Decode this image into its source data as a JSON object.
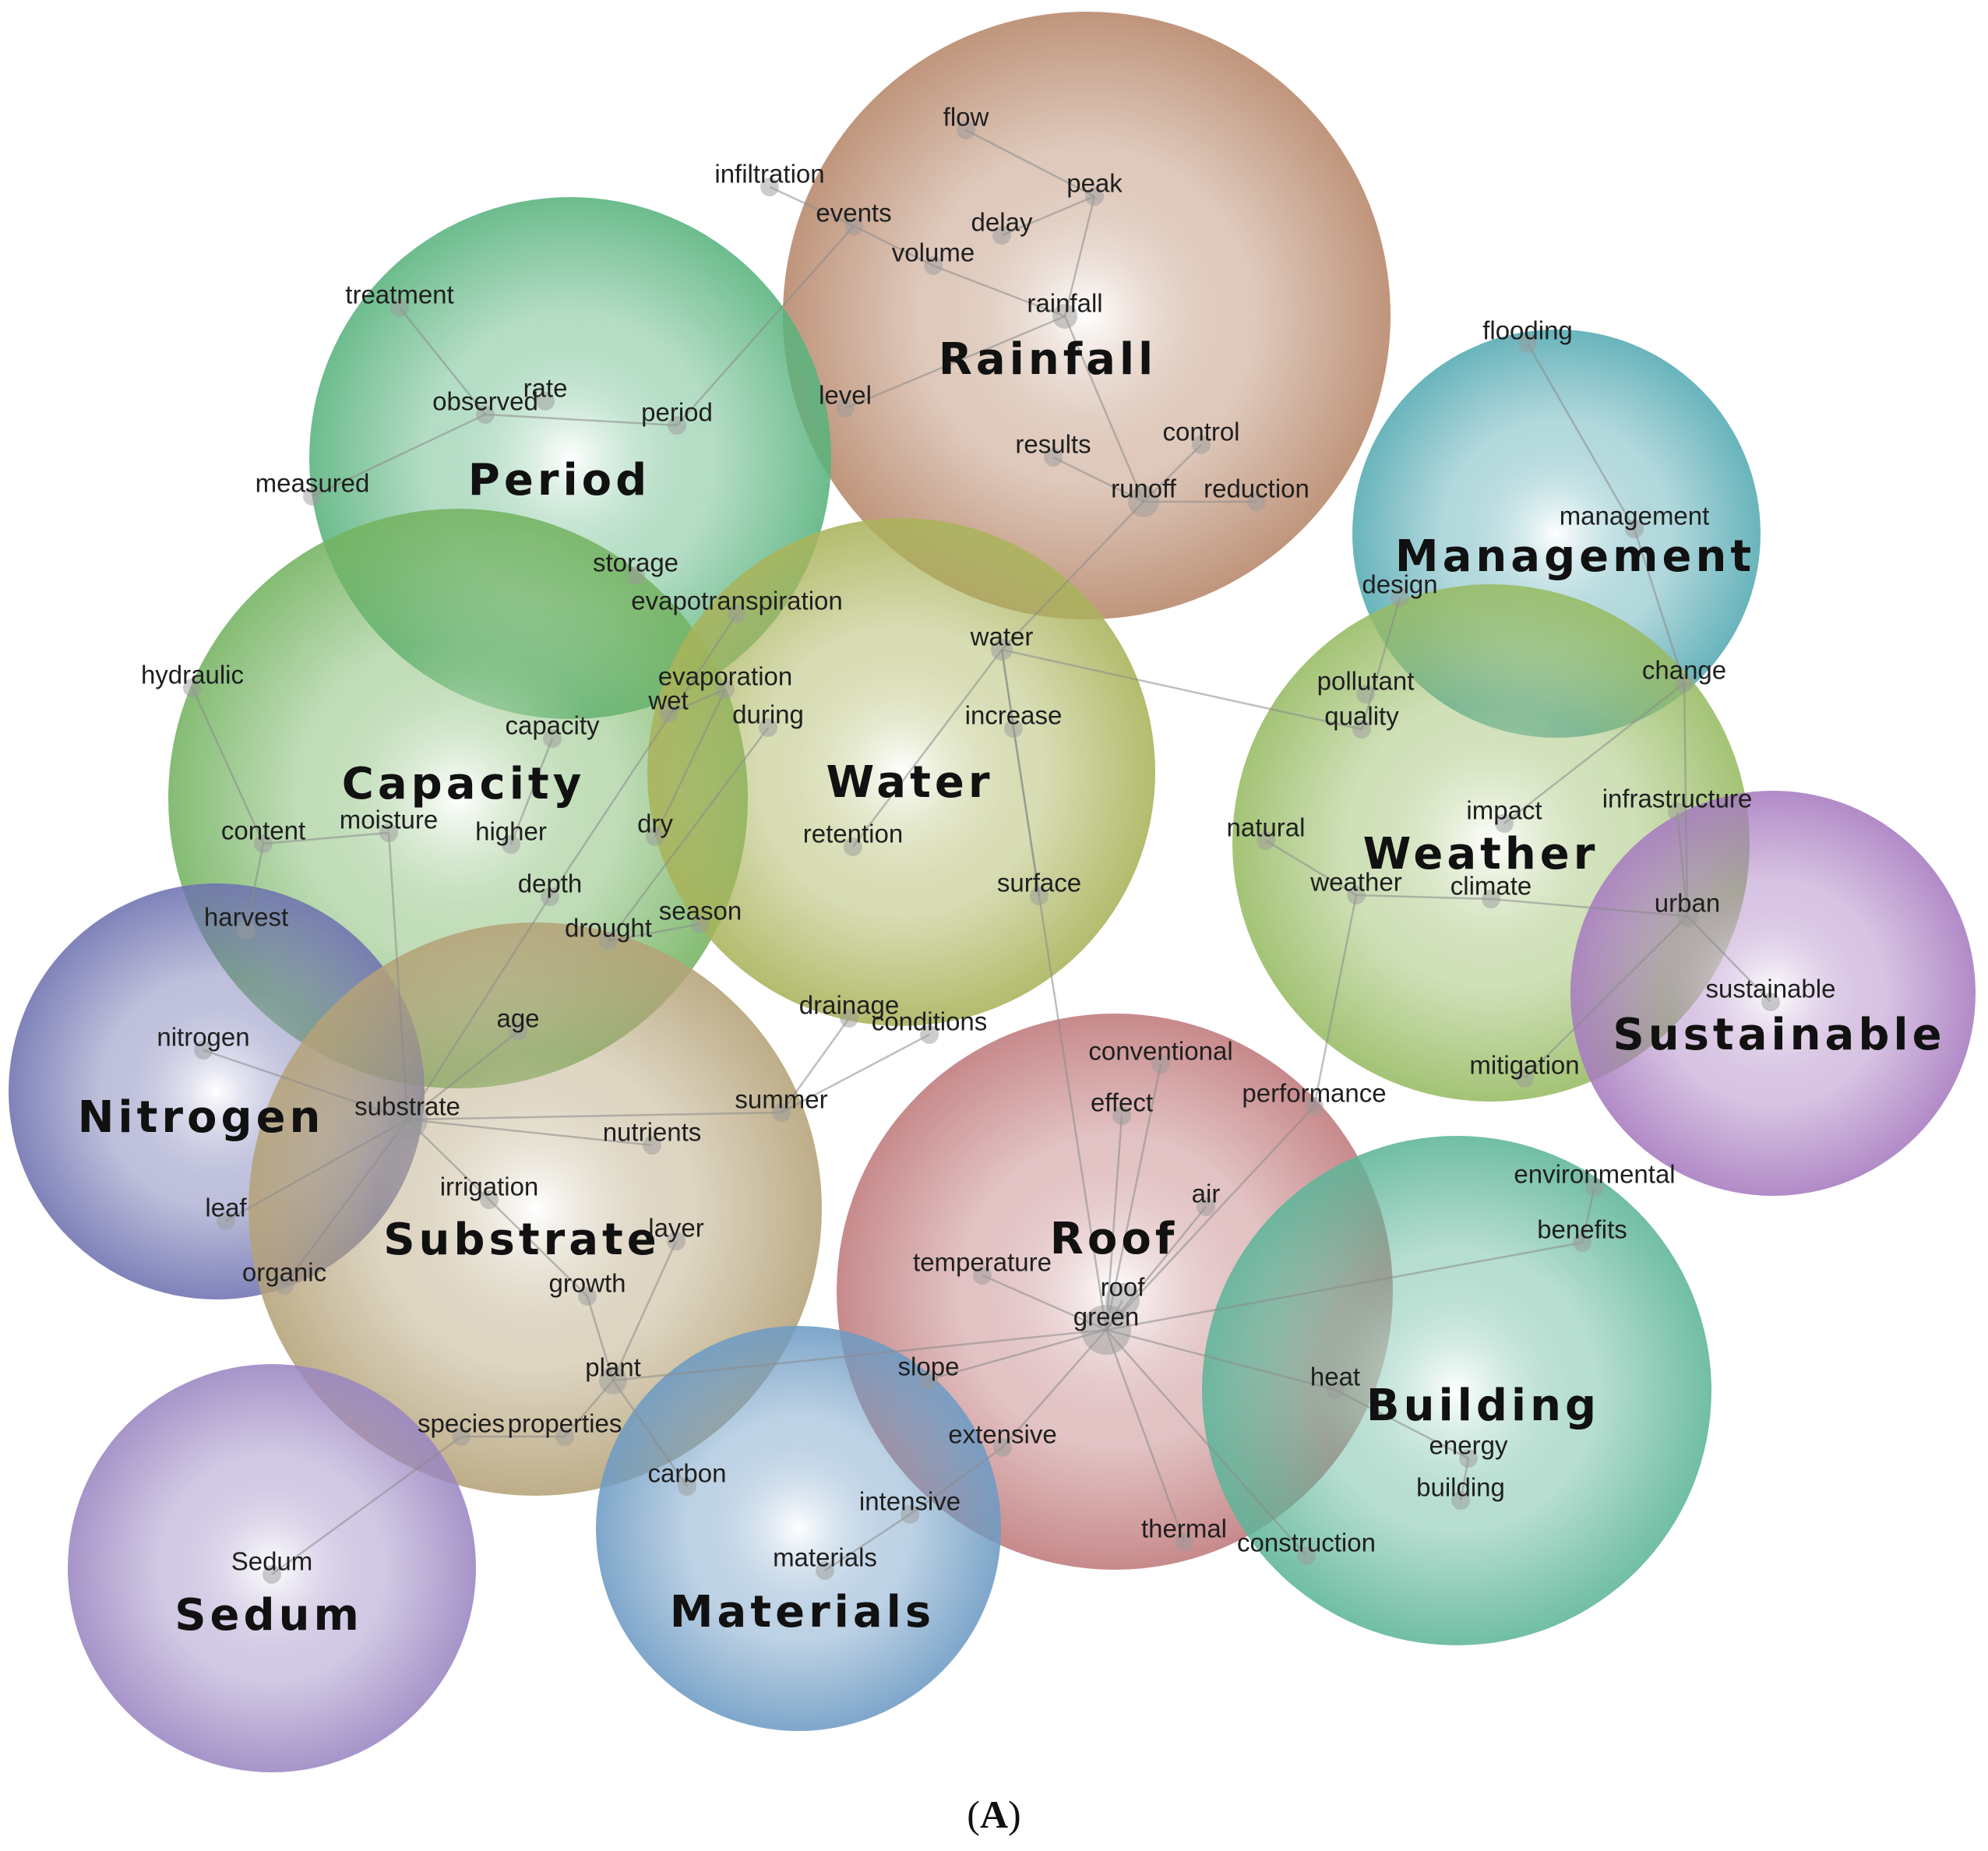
{
  "caption": {
    "open": "(",
    "letter": "A",
    "close": ")"
  },
  "clusters": [
    {
      "id": "rainfall",
      "label": "Rainfall",
      "color": "#b7876a"
    },
    {
      "id": "period",
      "label": "Period",
      "color": "#59b37e"
    },
    {
      "id": "management",
      "label": "Management",
      "color": "#55aab3"
    },
    {
      "id": "capacity",
      "label": "Capacity",
      "color": "#74b361"
    },
    {
      "id": "water",
      "label": "Water",
      "color": "#a9b35a"
    },
    {
      "id": "weather",
      "label": "Weather",
      "color": "#97bb63"
    },
    {
      "id": "sustainable",
      "label": "Sustainable",
      "color": "#a77bc0"
    },
    {
      "id": "nitrogen",
      "label": "Nitrogen",
      "color": "#6e72b0"
    },
    {
      "id": "substrate",
      "label": "Substrate",
      "color": "#b5a278"
    },
    {
      "id": "roof",
      "label": "Roof",
      "color": "#c07a7c"
    },
    {
      "id": "building",
      "label": "Building",
      "color": "#5eb599"
    },
    {
      "id": "materials",
      "label": "Materials",
      "color": "#6d9bc4"
    },
    {
      "id": "sedum",
      "label": "Sedum",
      "color": "#9a86c2"
    }
  ],
  "terms": [
    {
      "id": "flow",
      "label": "flow"
    },
    {
      "id": "infiltration",
      "label": "infiltration"
    },
    {
      "id": "peak",
      "label": "peak"
    },
    {
      "id": "events",
      "label": "events"
    },
    {
      "id": "delay",
      "label": "delay"
    },
    {
      "id": "volume",
      "label": "volume"
    },
    {
      "id": "rainfall",
      "label": "rainfall"
    },
    {
      "id": "level",
      "label": "level"
    },
    {
      "id": "control",
      "label": "control"
    },
    {
      "id": "results",
      "label": "results"
    },
    {
      "id": "runoff",
      "label": "runoff"
    },
    {
      "id": "reduction",
      "label": "reduction"
    },
    {
      "id": "treatment",
      "label": "treatment"
    },
    {
      "id": "rate",
      "label": "rate"
    },
    {
      "id": "observed",
      "label": "observed"
    },
    {
      "id": "period",
      "label": "period"
    },
    {
      "id": "measured",
      "label": "measured"
    },
    {
      "id": "flooding",
      "label": "flooding"
    },
    {
      "id": "management",
      "label": "management"
    },
    {
      "id": "design",
      "label": "design"
    },
    {
      "id": "change",
      "label": "change"
    },
    {
      "id": "storage",
      "label": "storage"
    },
    {
      "id": "evapotranspiration",
      "label": "evapotranspiration"
    },
    {
      "id": "hydraulic",
      "label": "hydraulic"
    },
    {
      "id": "evaporation",
      "label": "evaporation"
    },
    {
      "id": "wet",
      "label": "wet"
    },
    {
      "id": "during",
      "label": "during"
    },
    {
      "id": "capacity",
      "label": "capacity"
    },
    {
      "id": "content",
      "label": "content"
    },
    {
      "id": "moisture",
      "label": "moisture"
    },
    {
      "id": "higher",
      "label": "higher"
    },
    {
      "id": "dry",
      "label": "dry"
    },
    {
      "id": "depth",
      "label": "depth"
    },
    {
      "id": "harvest",
      "label": "harvest"
    },
    {
      "id": "drought",
      "label": "drought"
    },
    {
      "id": "season",
      "label": "season"
    },
    {
      "id": "water",
      "label": "water"
    },
    {
      "id": "increase",
      "label": "increase"
    },
    {
      "id": "retention",
      "label": "retention"
    },
    {
      "id": "surface",
      "label": "surface"
    },
    {
      "id": "pollutant",
      "label": "pollutant"
    },
    {
      "id": "quality",
      "label": "quality"
    },
    {
      "id": "natural",
      "label": "natural"
    },
    {
      "id": "impact",
      "label": "impact"
    },
    {
      "id": "infrastructure",
      "label": "infrastructure"
    },
    {
      "id": "weather",
      "label": "weather"
    },
    {
      "id": "climate",
      "label": "climate"
    },
    {
      "id": "urban",
      "label": "urban"
    },
    {
      "id": "sustainable",
      "label": "sustainable"
    },
    {
      "id": "mitigation",
      "label": "mitigation"
    },
    {
      "id": "age",
      "label": "age"
    },
    {
      "id": "nitrogen",
      "label": "nitrogen"
    },
    {
      "id": "drainage",
      "label": "drainage"
    },
    {
      "id": "conditions",
      "label": "conditions"
    },
    {
      "id": "substrate",
      "label": "substrate"
    },
    {
      "id": "summer",
      "label": "summer"
    },
    {
      "id": "nutrients",
      "label": "nutrients"
    },
    {
      "id": "irrigation",
      "label": "irrigation"
    },
    {
      "id": "leaf",
      "label": "leaf"
    },
    {
      "id": "layer",
      "label": "layer"
    },
    {
      "id": "organic",
      "label": "organic"
    },
    {
      "id": "growth",
      "label": "growth"
    },
    {
      "id": "plant",
      "label": "plant"
    },
    {
      "id": "species",
      "label": "species"
    },
    {
      "id": "properties",
      "label": "properties"
    },
    {
      "id": "carbon",
      "label": "carbon"
    },
    {
      "id": "conventional",
      "label": "conventional"
    },
    {
      "id": "effect",
      "label": "effect"
    },
    {
      "id": "performance",
      "label": "performance"
    },
    {
      "id": "air",
      "label": "air"
    },
    {
      "id": "temperature",
      "label": "temperature"
    },
    {
      "id": "roof",
      "label": "roof"
    },
    {
      "id": "green",
      "label": "green"
    },
    {
      "id": "slope",
      "label": "slope"
    },
    {
      "id": "extensive",
      "label": "extensive"
    },
    {
      "id": "intensive",
      "label": "intensive"
    },
    {
      "id": "thermal",
      "label": "thermal"
    },
    {
      "id": "construction",
      "label": "construction"
    },
    {
      "id": "environmental",
      "label": "environmental"
    },
    {
      "id": "benefits",
      "label": "benefits"
    },
    {
      "id": "heat",
      "label": "heat"
    },
    {
      "id": "energy",
      "label": "energy"
    },
    {
      "id": "building",
      "label": "building"
    },
    {
      "id": "materials",
      "label": "materials"
    },
    {
      "id": "sedum",
      "label": "Sedum"
    }
  ],
  "edges": [
    [
      "flow",
      "peak"
    ],
    [
      "peak",
      "delay"
    ],
    [
      "peak",
      "rainfall"
    ],
    [
      "infiltration",
      "events"
    ],
    [
      "events",
      "volume"
    ],
    [
      "volume",
      "rainfall"
    ],
    [
      "events",
      "period"
    ],
    [
      "rainfall",
      "level"
    ],
    [
      "rainfall",
      "runoff"
    ],
    [
      "results",
      "runoff"
    ],
    [
      "control",
      "runoff"
    ],
    [
      "runoff",
      "reduction"
    ],
    [
      "runoff",
      "water"
    ],
    [
      "treatment",
      "observed"
    ],
    [
      "observed",
      "period"
    ],
    [
      "observed",
      "measured"
    ],
    [
      "flooding",
      "management"
    ],
    [
      "management",
      "change"
    ],
    [
      "change",
      "impact"
    ],
    [
      "change",
      "urban"
    ],
    [
      "design",
      "quality"
    ],
    [
      "water",
      "increase"
    ],
    [
      "water",
      "retention"
    ],
    [
      "water",
      "surface"
    ],
    [
      "water",
      "quality"
    ],
    [
      "increase",
      "surface"
    ],
    [
      "evapotranspiration",
      "depth"
    ],
    [
      "evaporation",
      "wet"
    ],
    [
      "evaporation",
      "dry"
    ],
    [
      "during",
      "drought"
    ],
    [
      "drought",
      "season"
    ],
    [
      "depth",
      "substrate"
    ],
    [
      "moisture",
      "substrate"
    ],
    [
      "content",
      "moisture"
    ],
    [
      "hydraulic",
      "content"
    ],
    [
      "content",
      "harvest"
    ],
    [
      "capacity",
      "higher"
    ],
    [
      "weather",
      "climate"
    ],
    [
      "climate",
      "urban"
    ],
    [
      "natural",
      "weather"
    ],
    [
      "weather",
      "performance"
    ],
    [
      "urban",
      "sustainable"
    ],
    [
      "urban",
      "mitigation"
    ],
    [
      "infrastructure",
      "urban"
    ],
    [
      "substrate",
      "age"
    ],
    [
      "substrate",
      "nitrogen"
    ],
    [
      "substrate",
      "nutrients"
    ],
    [
      "substrate",
      "leaf"
    ],
    [
      "substrate",
      "organic"
    ],
    [
      "substrate",
      "irrigation"
    ],
    [
      "irrigation",
      "growth"
    ],
    [
      "growth",
      "plant"
    ],
    [
      "plant",
      "layer"
    ],
    [
      "plant",
      "properties"
    ],
    [
      "plant",
      "carbon"
    ],
    [
      "plant",
      "green"
    ],
    [
      "species",
      "sedum"
    ],
    [
      "species",
      "properties"
    ],
    [
      "drainage",
      "summer"
    ],
    [
      "conditions",
      "summer"
    ],
    [
      "summer",
      "substrate"
    ],
    [
      "green",
      "roof"
    ],
    [
      "green",
      "conventional"
    ],
    [
      "green",
      "effect"
    ],
    [
      "green",
      "air"
    ],
    [
      "green",
      "temperature"
    ],
    [
      "green",
      "slope"
    ],
    [
      "green",
      "extensive"
    ],
    [
      "green",
      "thermal"
    ],
    [
      "green",
      "construction"
    ],
    [
      "green",
      "heat"
    ],
    [
      "green",
      "benefits"
    ],
    [
      "green",
      "surface"
    ],
    [
      "green",
      "performance"
    ],
    [
      "extensive",
      "intensive"
    ],
    [
      "intensive",
      "materials"
    ],
    [
      "heat",
      "energy"
    ],
    [
      "benefits",
      "environmental"
    ],
    [
      "energy",
      "building"
    ]
  ]
}
